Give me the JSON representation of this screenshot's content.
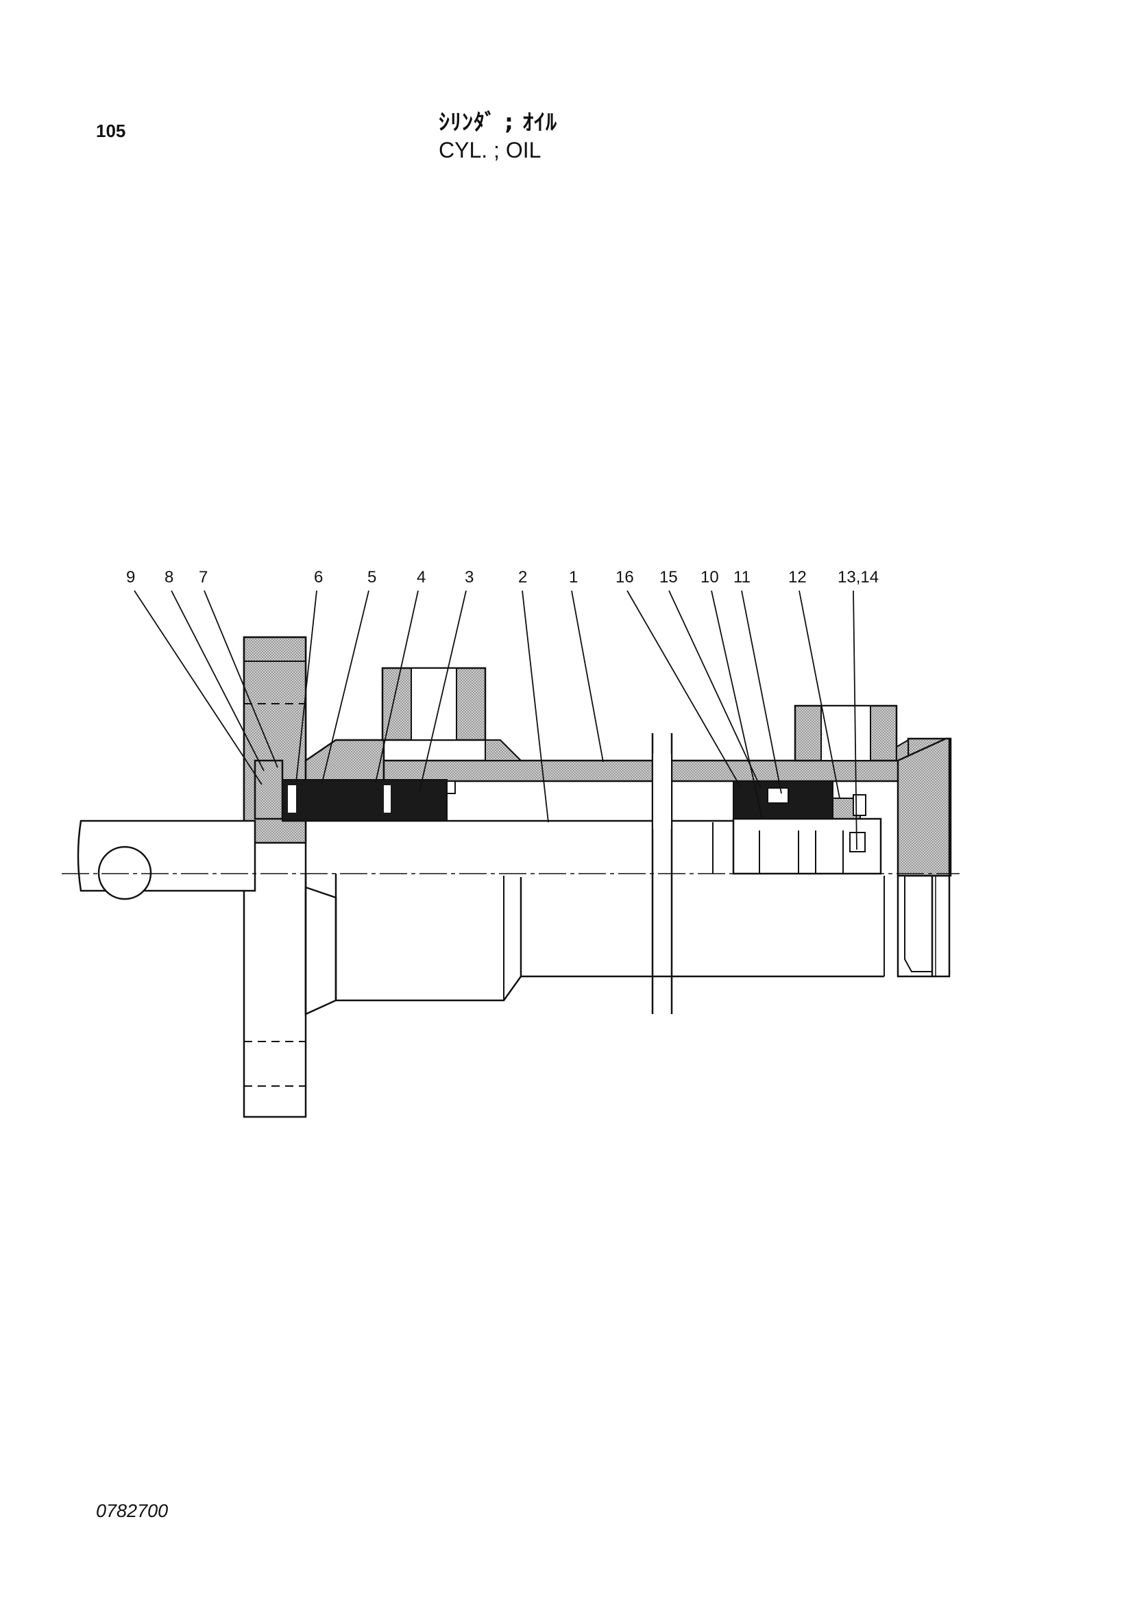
{
  "header": {
    "page_number": "105",
    "title_jp": "ｼﾘﾝﾀﾞ ; ｵｲﾙ",
    "title_en": "CYL. ; OIL"
  },
  "callouts": {
    "c9": "9",
    "c8": "8",
    "c7": "7",
    "c6": "6",
    "c5": "5",
    "c4": "4",
    "c3": "3",
    "c2": "2",
    "c1": "1",
    "c16": "16",
    "c15": "15",
    "c10": "10",
    "c11": "11",
    "c12": "12",
    "c13_14": "13,14"
  },
  "footer": {
    "document_number": "0782700"
  }
}
